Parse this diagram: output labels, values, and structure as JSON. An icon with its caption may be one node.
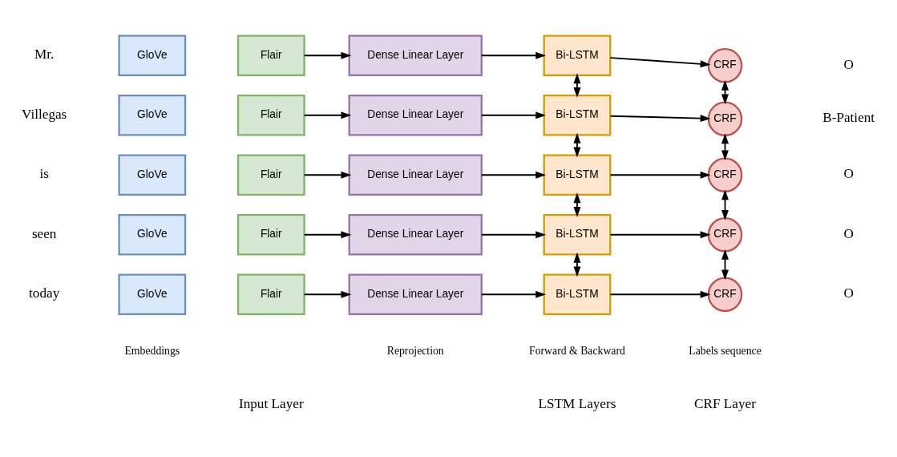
{
  "diagram": {
    "nodes": [
      {
        "text": [
          "GloVe"
        ]
      },
      {
        "text": [
          "Flair"
        ]
      },
      {
        "text": [
          "Dense Linear Layer"
        ]
      },
      {
        "text": [
          "Bi-LSTM"
        ]
      },
      {
        "text": [
          "CRF"
        ]
      },
      {
        "text": [
          "GloVe"
        ]
      },
      {
        "text": [
          "Flair"
        ]
      },
      {
        "text": [
          "Dense Linear Layer"
        ]
      },
      {
        "text": [
          "Bi-LSTM"
        ]
      },
      {
        "text": [
          "CRF"
        ]
      },
      {
        "text": [
          "GloVe"
        ]
      },
      {
        "text": [
          "Flair"
        ]
      },
      {
        "text": [
          "Dense Linear Layer"
        ]
      },
      {
        "text": [
          "Bi-LSTM"
        ]
      },
      {
        "text": [
          "CRF"
        ]
      },
      {
        "text": [
          "GloVe"
        ]
      },
      {
        "text": [
          "Flair"
        ]
      },
      {
        "text": [
          "Dense Linear Layer"
        ]
      },
      {
        "text": [
          "Bi-LSTM"
        ]
      },
      {
        "text": [
          "CRF"
        ]
      },
      {
        "text": [
          "GloVe"
        ]
      },
      {
        "text": [
          "Flair"
        ]
      },
      {
        "text": [
          "Dense Linear Layer"
        ]
      },
      {
        "text": [
          "Bi-LSTM"
        ]
      },
      {
        "text": [
          "CRF"
        ]
      }
    ],
    "edges": [
      {
        "from": 1,
        "to": 2,
        "arrow": "to"
      },
      {
        "from": 2,
        "to": 3,
        "arrow": "to"
      },
      {
        "from": 3,
        "to": 4,
        "arrow": "to"
      },
      {
        "from": 6,
        "to": 7,
        "arrow": "to"
      },
      {
        "from": 7,
        "to": 8,
        "arrow": "to"
      },
      {
        "from": 8,
        "to": 9,
        "arrow": "to"
      },
      {
        "from": 11,
        "to": 12,
        "arrow": "to"
      },
      {
        "from": 12,
        "to": 13,
        "arrow": "to"
      },
      {
        "from": 13,
        "to": 14,
        "arrow": "to"
      },
      {
        "from": 16,
        "to": 17,
        "arrow": "to"
      },
      {
        "from": 17,
        "to": 18,
        "arrow": "to"
      },
      {
        "from": 18,
        "to": 19,
        "arrow": "to"
      },
      {
        "from": 21,
        "to": 22,
        "arrow": "to"
      },
      {
        "from": 22,
        "to": 23,
        "arrow": "to"
      },
      {
        "from": 23,
        "to": 24,
        "arrow": "to"
      },
      {
        "from": 3,
        "to": 8,
        "arrow": "both"
      },
      {
        "from": 8,
        "to": 13,
        "arrow": "both"
      },
      {
        "from": 13,
        "to": 18,
        "arrow": "both"
      },
      {
        "from": 18,
        "to": 23,
        "arrow": "both"
      },
      {
        "from": 4,
        "to": 9,
        "arrow": "both"
      },
      {
        "from": 9,
        "to": 14,
        "arrow": "both"
      },
      {
        "from": 14,
        "to": 19,
        "arrow": "both"
      },
      {
        "from": 19,
        "to": 24,
        "arrow": "both"
      }
    ],
    "labels": [
      "Mr.",
      "O",
      "Villegas",
      "B-Patient",
      "is",
      "O",
      "seen",
      "O",
      "today",
      "O",
      "Embeddings",
      "Reprojection",
      "Forward & Backward",
      "Labels sequence",
      "Input Layer",
      "LSTM Layers",
      "CRF Layer"
    ]
  }
}
